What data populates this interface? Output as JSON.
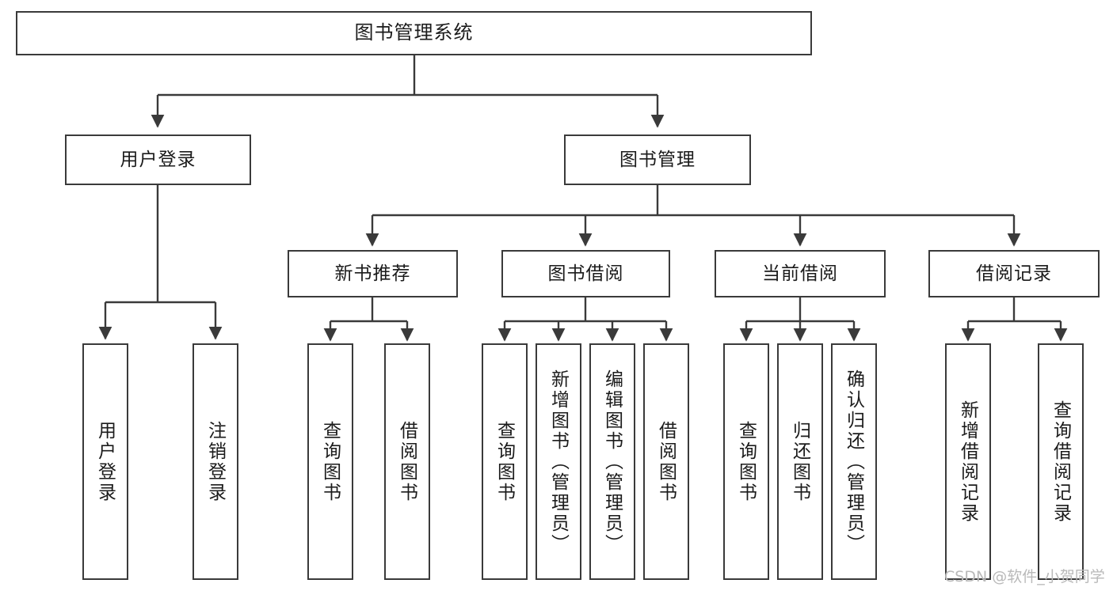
{
  "diagram": {
    "title": "图书管理系统",
    "type": "tree",
    "stroke_color": "#3a3a3a",
    "fill_color": "#ffffff",
    "text_color": "#1b1b1b",
    "watermark": "CSDN @软件_小贺同学",
    "watermark_color": "#b9b9b9",
    "nodes": {
      "root": {
        "label": "图书管理系统",
        "level": 1
      },
      "l2": [
        {
          "label": "用户登录",
          "level": 2
        },
        {
          "label": "图书管理",
          "level": 2
        }
      ],
      "l3": [
        {
          "label": "新书推荐",
          "level": 3
        },
        {
          "label": "图书借阅",
          "level": 3
        },
        {
          "label": "当前借阅",
          "level": 3
        },
        {
          "label": "借阅记录",
          "level": 3
        }
      ],
      "leaves": [
        {
          "label": "用户登录",
          "parent": "用户登录",
          "level": 3
        },
        {
          "label": "注销登录",
          "parent": "用户登录",
          "level": 3
        },
        {
          "label": "查询图书",
          "parent": "新书推荐",
          "level": 4
        },
        {
          "label": "借阅图书",
          "parent": "新书推荐",
          "level": 4
        },
        {
          "label": "查询图书",
          "parent": "图书借阅",
          "level": 4
        },
        {
          "label": "新增图书（管理员）",
          "parent": "图书借阅",
          "level": 4
        },
        {
          "label": "编辑图书（管理员）",
          "parent": "图书借阅",
          "level": 4
        },
        {
          "label": "借阅图书",
          "parent": "图书借阅",
          "level": 4
        },
        {
          "label": "查询图书",
          "parent": "当前借阅",
          "level": 4
        },
        {
          "label": "归还图书",
          "parent": "当前借阅",
          "level": 4
        },
        {
          "label": "确认归还（管理员）",
          "parent": "当前借阅",
          "level": 4
        },
        {
          "label": "新增借阅记录",
          "parent": "借阅记录",
          "level": 4
        },
        {
          "label": "查询借阅记录",
          "parent": "借阅记录",
          "level": 4
        }
      ]
    }
  }
}
